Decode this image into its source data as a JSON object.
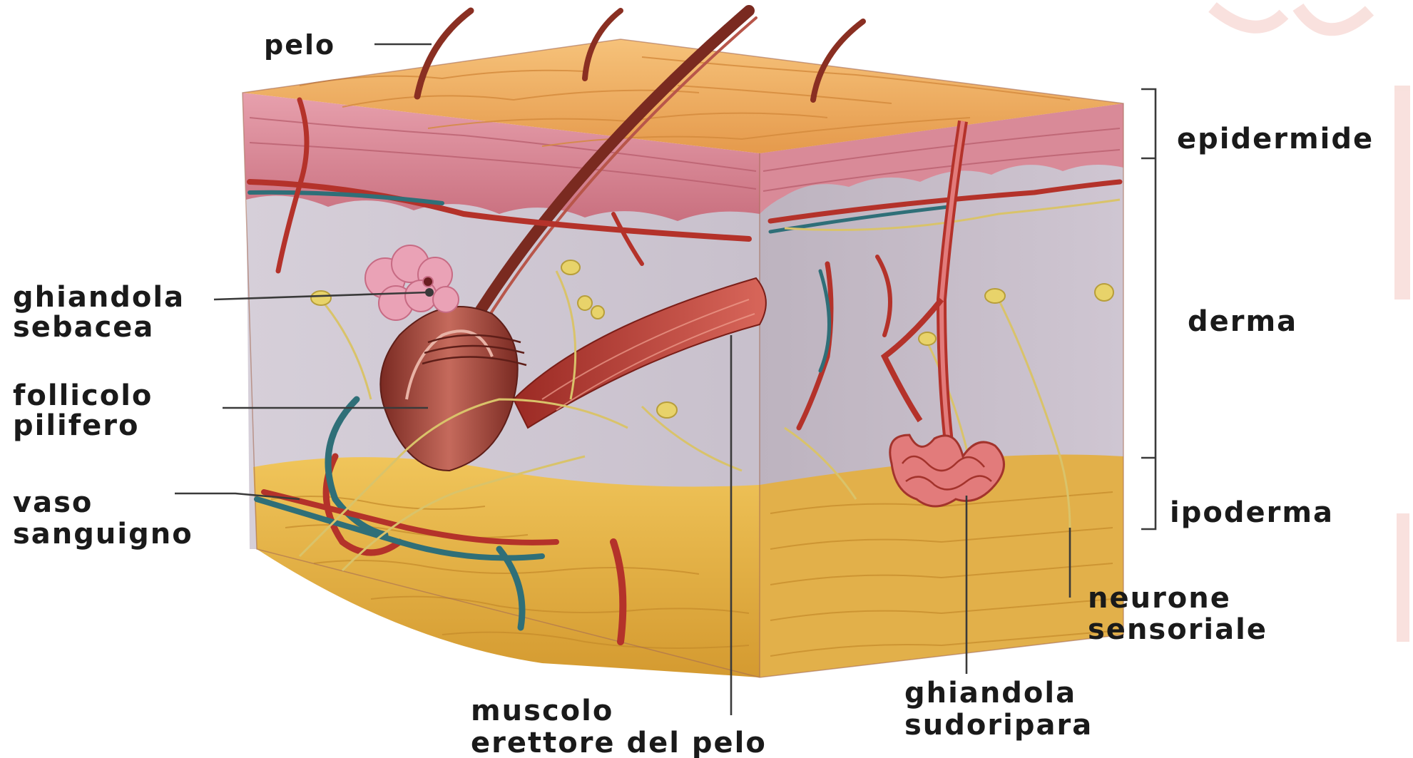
{
  "labels": {
    "pelo": "pelo",
    "epidermide": "epidermide",
    "derma": "derma",
    "ipoderma": "ipoderma",
    "ghiandola_sebacea": [
      "ghiandola",
      "sebacea"
    ],
    "follicolo_pilifero": [
      "follicolo",
      "pilifero"
    ],
    "vaso_sanguigno": [
      "vaso",
      "sanguigno"
    ],
    "neurone_sensoriale": [
      "neurone",
      "sensoriale"
    ],
    "ghiandola_sudoripara": [
      "ghiandola",
      "sudoripara"
    ],
    "muscolo_erettore": [
      "muscolo",
      "erettore del pelo"
    ]
  },
  "colors": {
    "epidermis": "#d9889a",
    "dermis": "#cfc8d4",
    "hypodermis": "#e7b94c",
    "top_surface": "#f0b060",
    "hair": "#8a2f22",
    "artery": "#b4322a",
    "vein": "#2f6f78",
    "nerve": "#d9c36a",
    "gland": "#e27b7b",
    "sebaceous": "#eaa2b6",
    "watermark": "#f4c9c3"
  }
}
